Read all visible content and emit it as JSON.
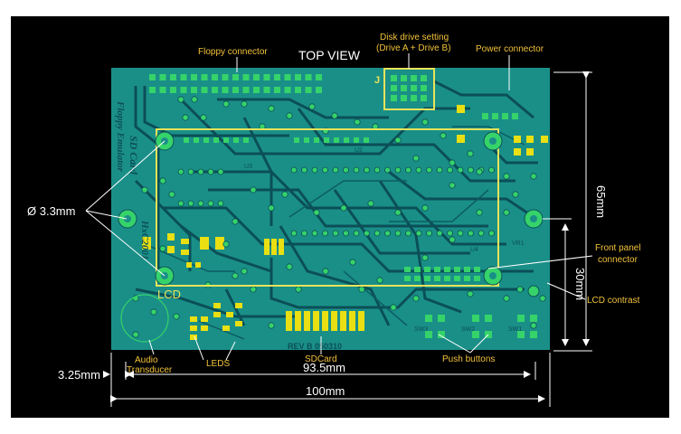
{
  "title": "TOP VIEW",
  "colors": {
    "background": "#000000",
    "board": "#1a8f88",
    "trace": "#0b4f57",
    "pad": "#35d36a",
    "copper": "#e9df12",
    "outline": "#e8e35a",
    "annotation": "#f2c23a",
    "dimension": "#ffffff"
  },
  "labels": {
    "floppy_connector": "Floppy connector",
    "disk_drive_setting_1": "Disk drive setting",
    "disk_drive_setting_2": "(Drive A + Drive B)",
    "power_connector": "Power connector",
    "front_panel_1": "Front panel",
    "front_panel_2": "connector",
    "lcd_contrast": "LCD contrast",
    "push_buttons": "Push buttons",
    "sdcard": "SDCard",
    "leds": "LEDS",
    "audio_1": "Audio",
    "audio_2": "Transducer",
    "lcd": "LCD"
  },
  "board_text": {
    "revision": "REV B 050310",
    "product_1": "SD Card",
    "product_2": "Floppy Emulator",
    "product_3": "HxC2001",
    "j": "J"
  },
  "dimensions": {
    "hole": "Ø 3.3mm",
    "height": "65mm",
    "lcd_height": "30mm",
    "margin": "3.25mm",
    "inner_width": "93.5mm",
    "width": "100mm"
  },
  "silkscreen": {
    "sw3": "SW3",
    "sw2": "SW2",
    "sw1": "SW1",
    "vr1": "VR1",
    "u2": "U2",
    "u3": "U3",
    "u4": "U4"
  }
}
